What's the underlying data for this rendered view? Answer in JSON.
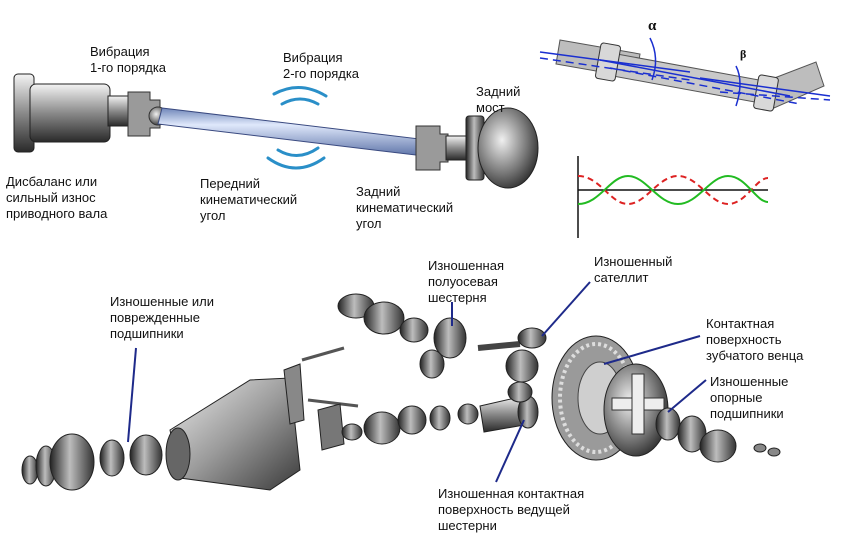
{
  "labels": {
    "vibration_first": "Вибрация\n1-го порядка",
    "vibration_second": "Вибрация\n2-го порядка",
    "rear_axle": "Задний\nмост",
    "imbalance": "Дисбаланс или\nсильный износ\nприводного вала",
    "front_angle": "Передний\nкинематический\nугол",
    "rear_angle": "Задний\nкинематический\nугол",
    "worn_bearings": "Изношенные или\nповрежденные\nподшипники",
    "worn_side_gear": "Изношенная\nполуосевая\nшестерня",
    "worn_pinion_gear": "Изношенный\nсателлит",
    "ring_gear_contact": "Контактная\nповерхность\nзубчатого венца",
    "worn_support_bearings": "Изношенные\nопорные\nподшипники",
    "pinion_contact": "Изношенная контактная\nповерхность ведущей\nшестерни"
  },
  "symbols": {
    "alpha": "α",
    "beta": "β"
  },
  "colors": {
    "shaft": "#a9c2ec",
    "leader": "#1e2a8a",
    "wave_green": "#22bb22",
    "wave_red": "#dd2222",
    "wave_ring": "#2a8fc8"
  }
}
